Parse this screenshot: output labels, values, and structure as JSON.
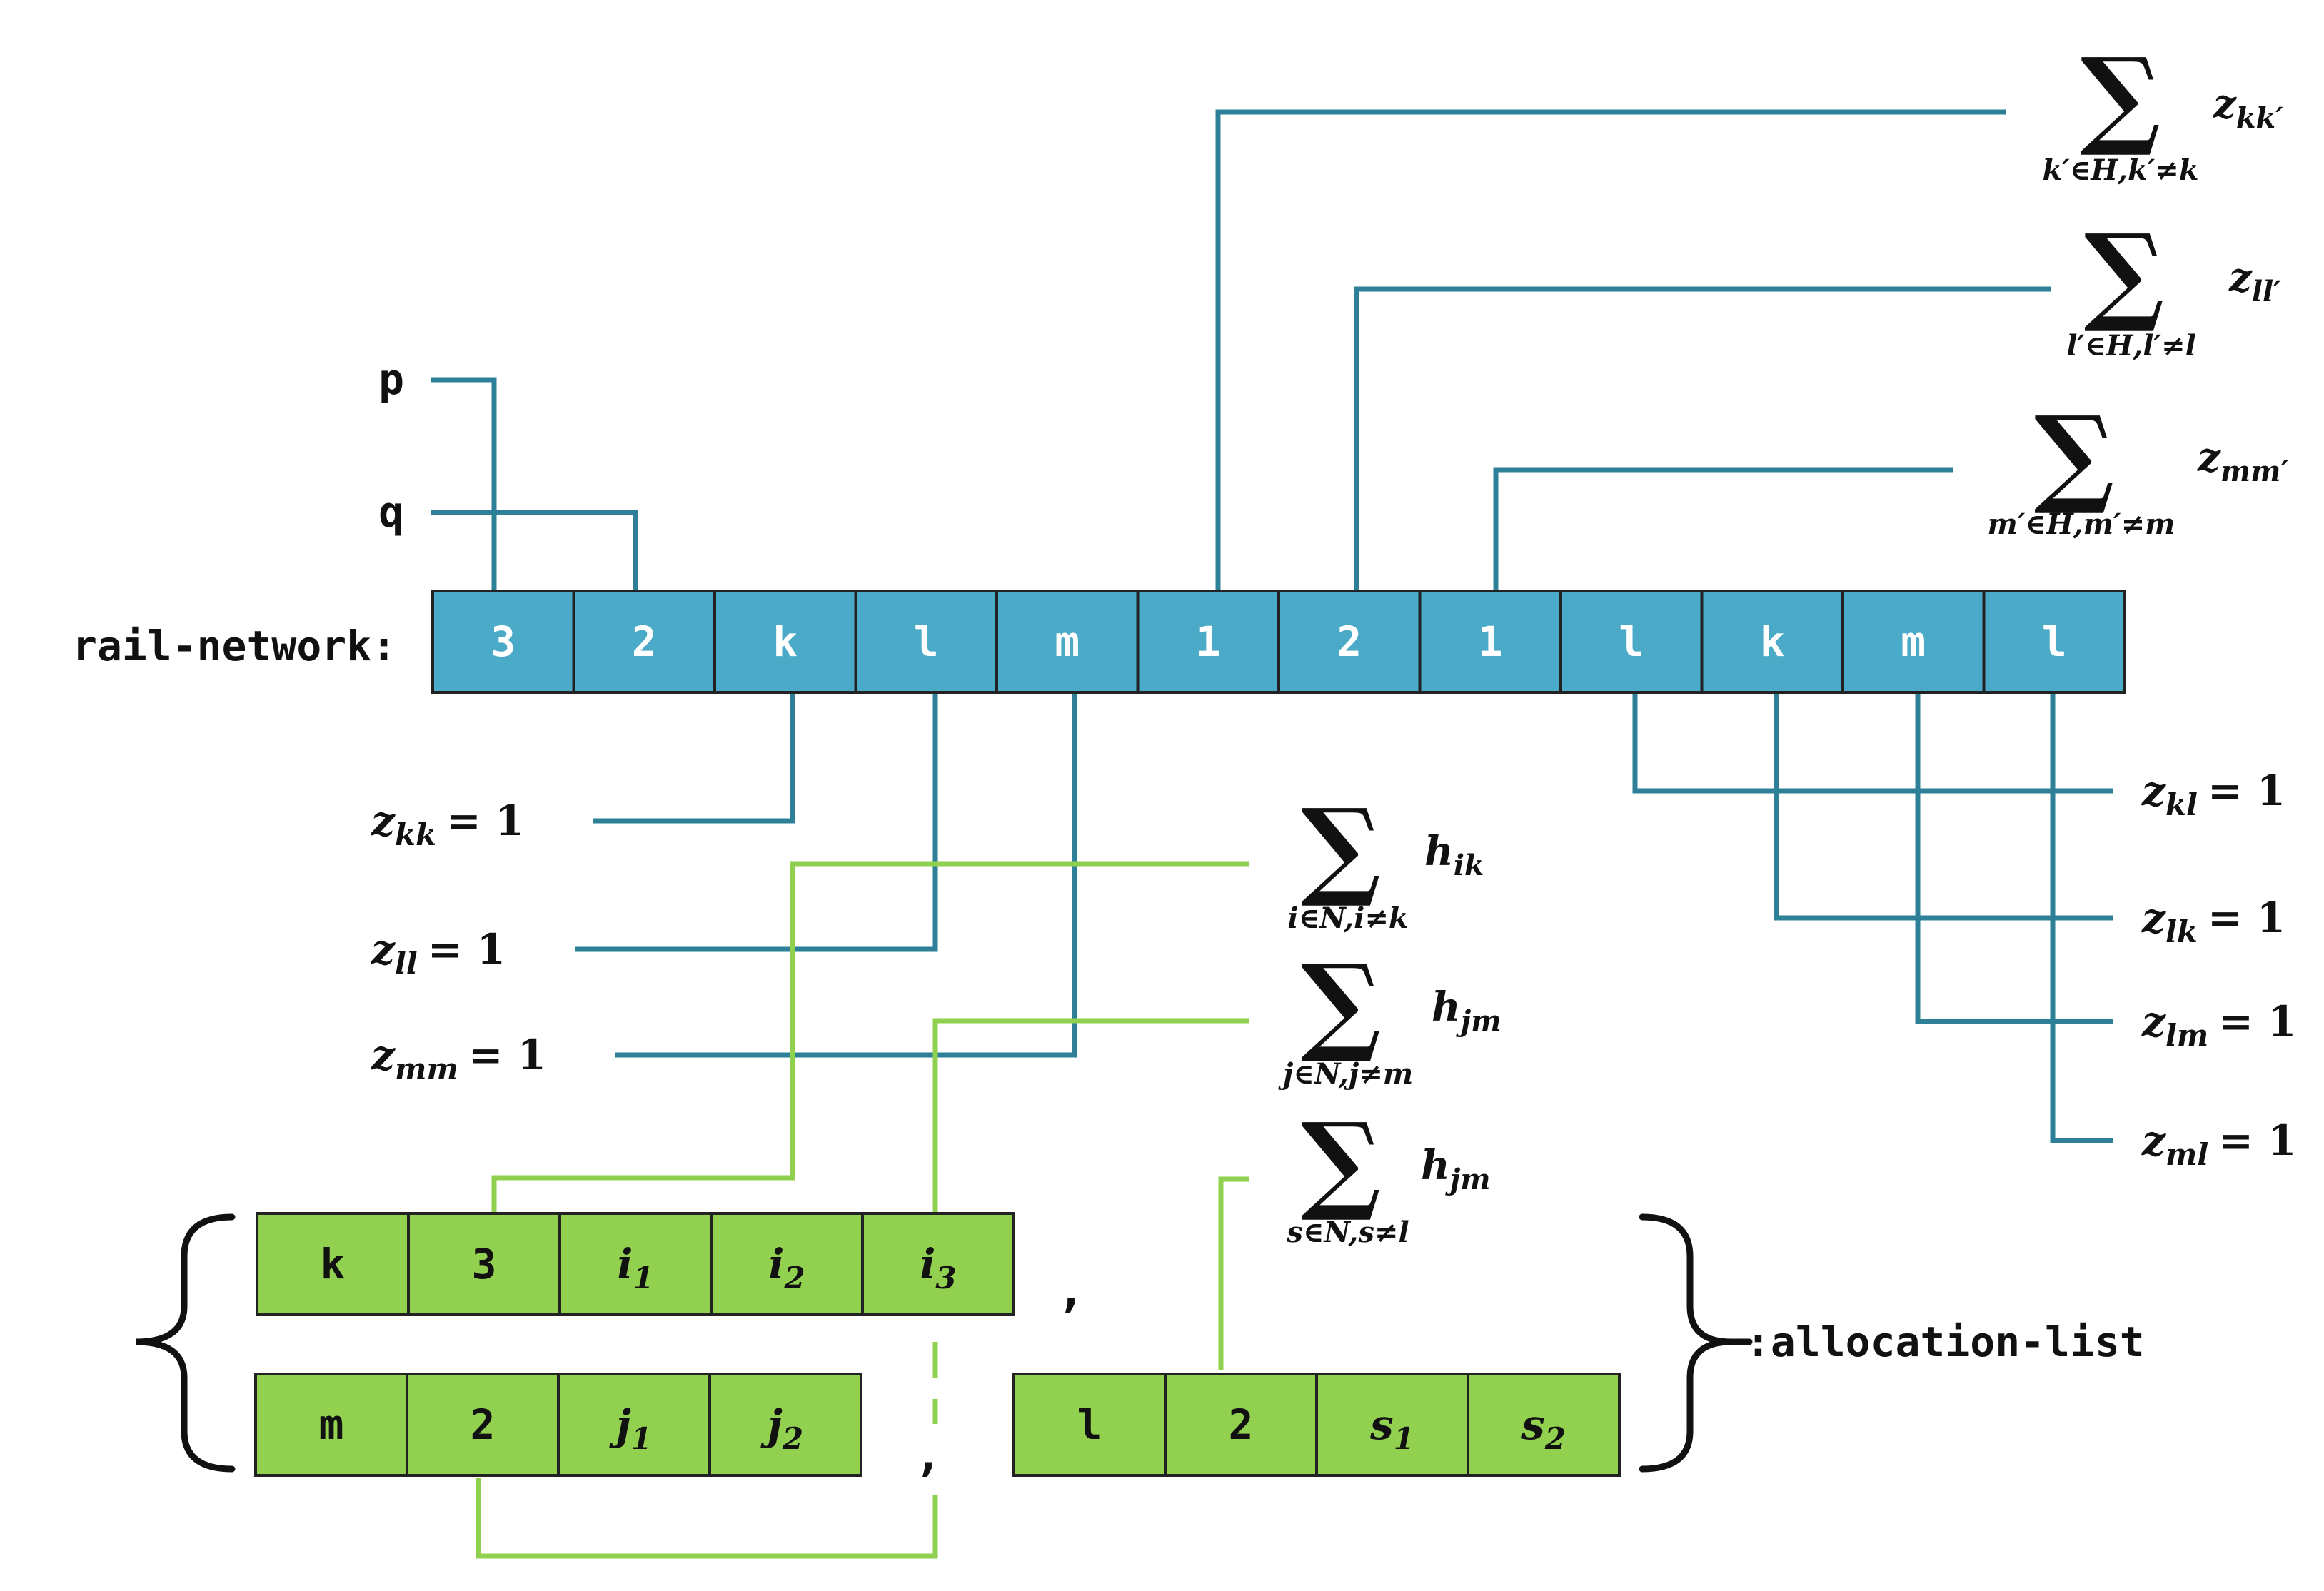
{
  "rail_network": {
    "label": "rail-network:",
    "cells": [
      "3",
      "2",
      "k",
      "l",
      "m",
      "1",
      "2",
      "1",
      "l",
      "k",
      "m",
      "l"
    ]
  },
  "left_labels": {
    "p": "p",
    "q": "q"
  },
  "allocation": {
    "label": ":allocation-list",
    "row1": [
      "k",
      "3",
      "i",
      "i",
      "i"
    ],
    "row1_subs": [
      "",
      "",
      "1",
      "2",
      "3"
    ],
    "row2a": [
      "m",
      "2",
      "j",
      "j"
    ],
    "row2a_subs": [
      "",
      "",
      "1",
      "2"
    ],
    "row2b": [
      "l",
      "2",
      "s",
      "s"
    ],
    "row2b_subs": [
      "",
      "",
      "1",
      "2"
    ],
    "comma": ","
  },
  "equations": {
    "zkk": {
      "var": "z",
      "sub": "kk",
      "rhs": "= 1"
    },
    "zll": {
      "var": "z",
      "sub": "ll",
      "rhs": "= 1"
    },
    "zmm": {
      "var": "z",
      "sub": "mm",
      "rhs": "= 1"
    },
    "zkl": {
      "var": "z",
      "sub": "kl",
      "rhs": "= 1"
    },
    "zlk": {
      "var": "z",
      "sub": "lk",
      "rhs": "= 1"
    },
    "zlm": {
      "var": "z",
      "sub": "lm",
      "rhs": "= 1"
    },
    "zml": {
      "var": "z",
      "sub": "ml",
      "rhs": "= 1"
    }
  },
  "sums": {
    "top1": {
      "symbol": "∑",
      "under": "k′∈H,k′≠k",
      "var": "z",
      "sub": "kk′"
    },
    "top2": {
      "symbol": "∑",
      "under": "l′∈H,l′≠l",
      "var": "z",
      "sub": "ll′"
    },
    "top3": {
      "symbol": "∑",
      "under": "m′∈H,m′≠m",
      "var": "z",
      "sub": "mm′"
    },
    "h1": {
      "symbol": "∑",
      "under": "i∈N,i≠k",
      "var": "h",
      "sub": "ik"
    },
    "h2": {
      "symbol": "∑",
      "under": "j∈N,j≠m",
      "var": "h",
      "sub": "jm"
    },
    "h3": {
      "symbol": "∑",
      "under": "s∈N,s≠l",
      "var": "h",
      "sub": "jm"
    }
  },
  "colors": {
    "rail_fill": "#4aaac7",
    "rail_line": "#2e7f98",
    "alloc_fill": "#92d050",
    "alloc_line": "#8fd14f"
  }
}
